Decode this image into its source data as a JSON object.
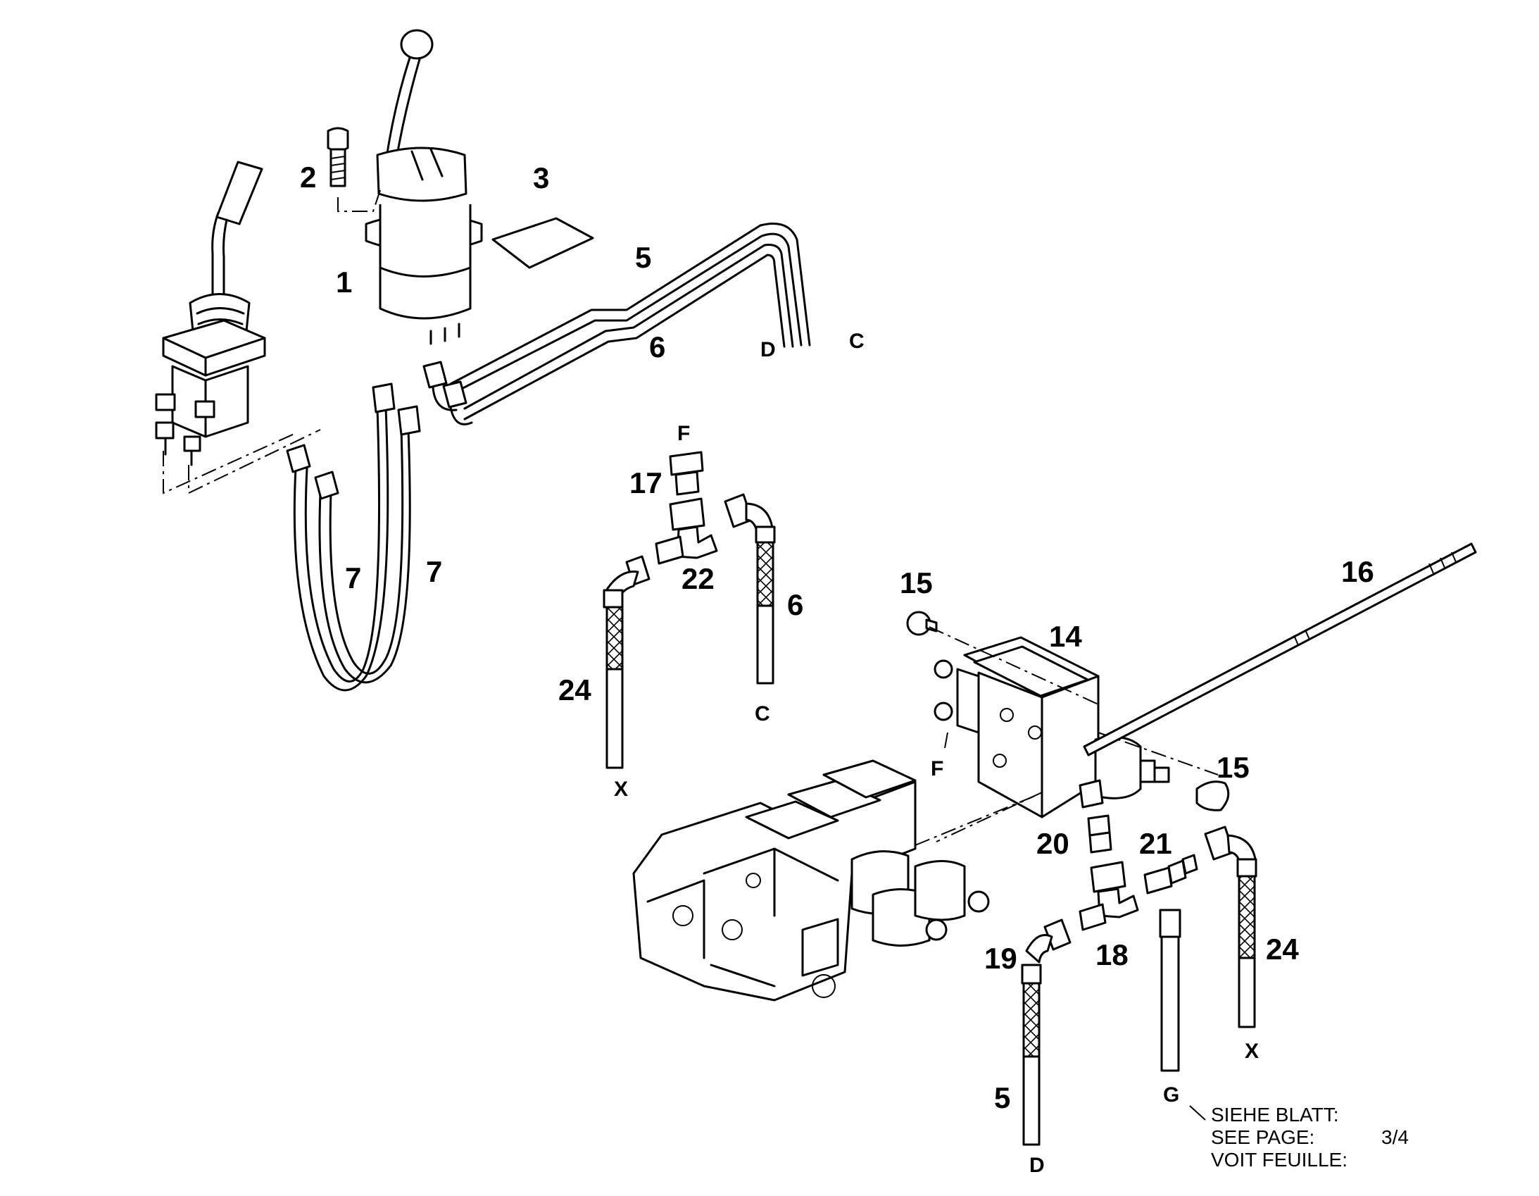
{
  "diagram": {
    "part_numbers": [
      {
        "id": "p1",
        "text": "1"
      },
      {
        "id": "p2",
        "text": "2"
      },
      {
        "id": "p3",
        "text": "3"
      },
      {
        "id": "p5a",
        "text": "5"
      },
      {
        "id": "p6a",
        "text": "6"
      },
      {
        "id": "p7a",
        "text": "7"
      },
      {
        "id": "p7b",
        "text": "7"
      },
      {
        "id": "p17",
        "text": "17"
      },
      {
        "id": "p22",
        "text": "22"
      },
      {
        "id": "p24a",
        "text": "24"
      },
      {
        "id": "p6b",
        "text": "6"
      },
      {
        "id": "p15a",
        "text": "15"
      },
      {
        "id": "p14",
        "text": "14"
      },
      {
        "id": "p16",
        "text": "16"
      },
      {
        "id": "p15b",
        "text": "15"
      },
      {
        "id": "p20",
        "text": "20"
      },
      {
        "id": "p21",
        "text": "21"
      },
      {
        "id": "p19",
        "text": "19"
      },
      {
        "id": "p18",
        "text": "18"
      },
      {
        "id": "p24b",
        "text": "24"
      },
      {
        "id": "p5b",
        "text": "5"
      }
    ],
    "connection_letters": [
      {
        "id": "cD1",
        "text": "D"
      },
      {
        "id": "cC1",
        "text": "C"
      },
      {
        "id": "cF1",
        "text": "F"
      },
      {
        "id": "cX1",
        "text": "X"
      },
      {
        "id": "cC2",
        "text": "C"
      },
      {
        "id": "cF2",
        "text": "F"
      },
      {
        "id": "cX2",
        "text": "X"
      },
      {
        "id": "cG",
        "text": "G"
      },
      {
        "id": "cD2",
        "text": "D"
      }
    ],
    "reference_note": {
      "line1": "SIEHE BLATT:",
      "line2": "SEE PAGE:",
      "line3": "VOIT FEUILLE:",
      "page": "3/4"
    }
  }
}
